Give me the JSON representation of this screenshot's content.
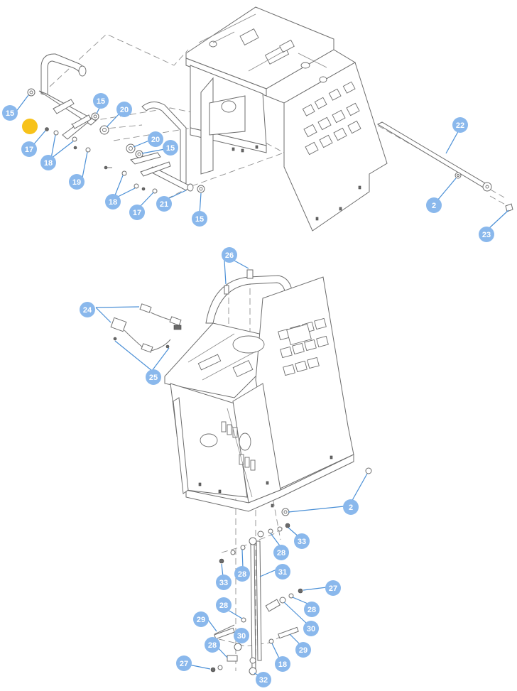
{
  "diagram": {
    "colors": {
      "balloon": "#8ab8ec",
      "balloon_text": "#ffffff",
      "leader": "#4a8fd6",
      "highlight": "#f7c21a",
      "linework": "#6d6d6d"
    },
    "upper_callouts": [
      "15",
      "17",
      "18",
      "19",
      "15",
      "20",
      "20",
      "15",
      "18",
      "17",
      "21",
      "15",
      "22",
      "2",
      "23"
    ],
    "lower_callouts": [
      "26",
      "24",
      "25",
      "2",
      "33",
      "28",
      "31",
      "28",
      "33",
      "27",
      "28",
      "29",
      "30",
      "28",
      "30",
      "29",
      "28",
      "27",
      "32"
    ],
    "highlight_marker": "selected-part-marker"
  }
}
